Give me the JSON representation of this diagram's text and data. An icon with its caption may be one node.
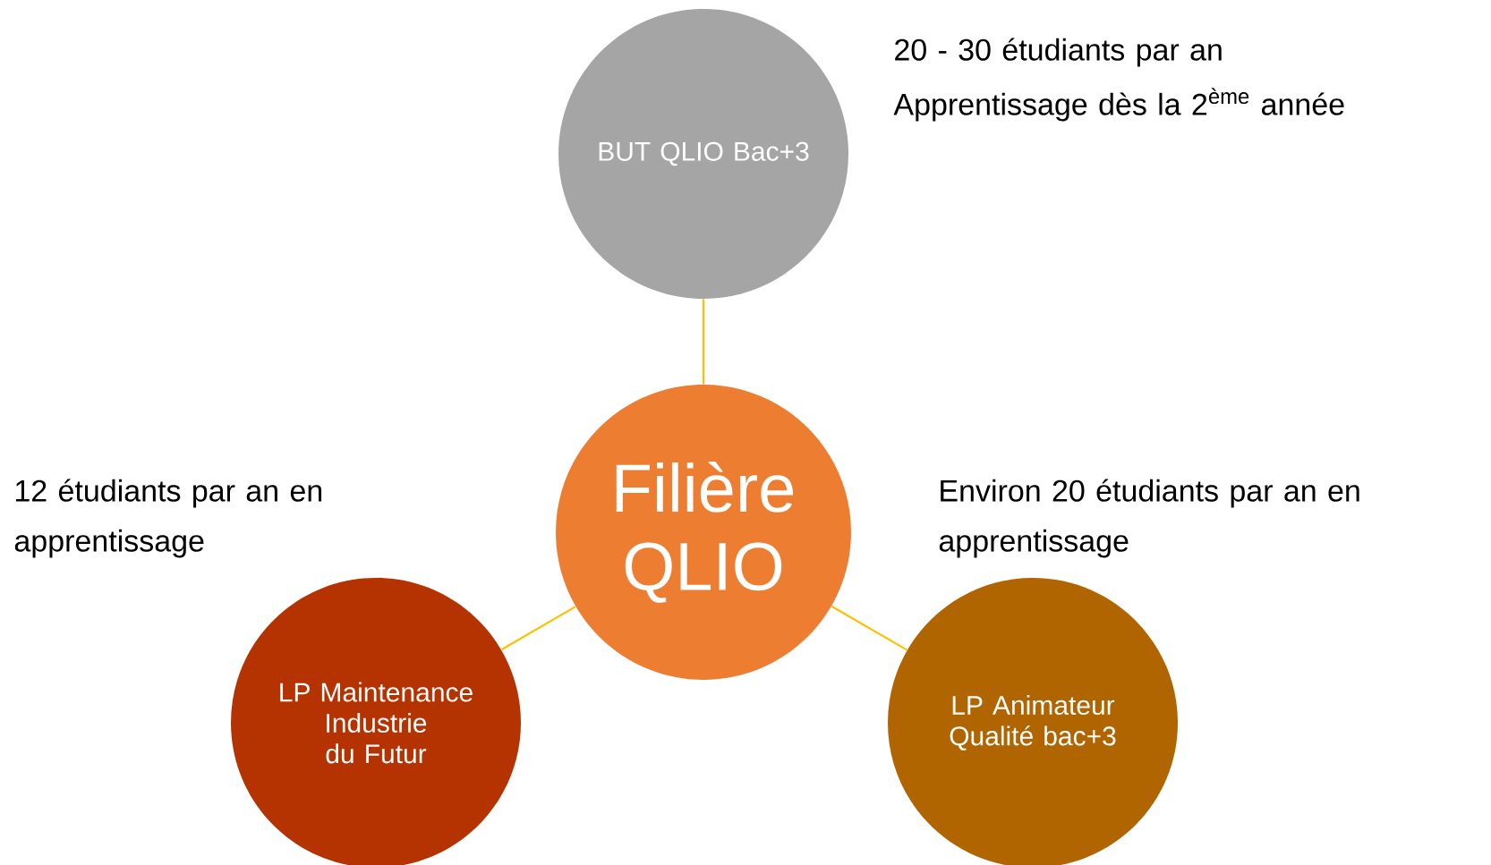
{
  "diagram": {
    "nodes": [
      {
        "text": [
          "BUT QLIO Bac+3"
        ],
        "beside": [
          "20 - 30 étudiants par an",
          "Apprentissage dès la 2$^{ème}$ année"
        ]
      },
      {
        "text": [
          "Filière QLIO"
        ]
      },
      {
        "text": [
          "LP Maintenance Industrie du Futur"
        ],
        "beside": [
          "12 étudiants par an en apprentissage"
        ]
      },
      {
        "text": [
          "LP Animateur Qualité bac+3"
        ],
        "beside": [
          "Environ 20 étudiants par an en apprentissage"
        ]
      }
    ],
    "edges": [
      {
        "from": 1,
        "to": 0,
        "arrow": "none"
      },
      {
        "from": 1,
        "to": 2,
        "arrow": "none"
      },
      {
        "from": 1,
        "to": 3,
        "arrow": "none"
      }
    ]
  }
}
